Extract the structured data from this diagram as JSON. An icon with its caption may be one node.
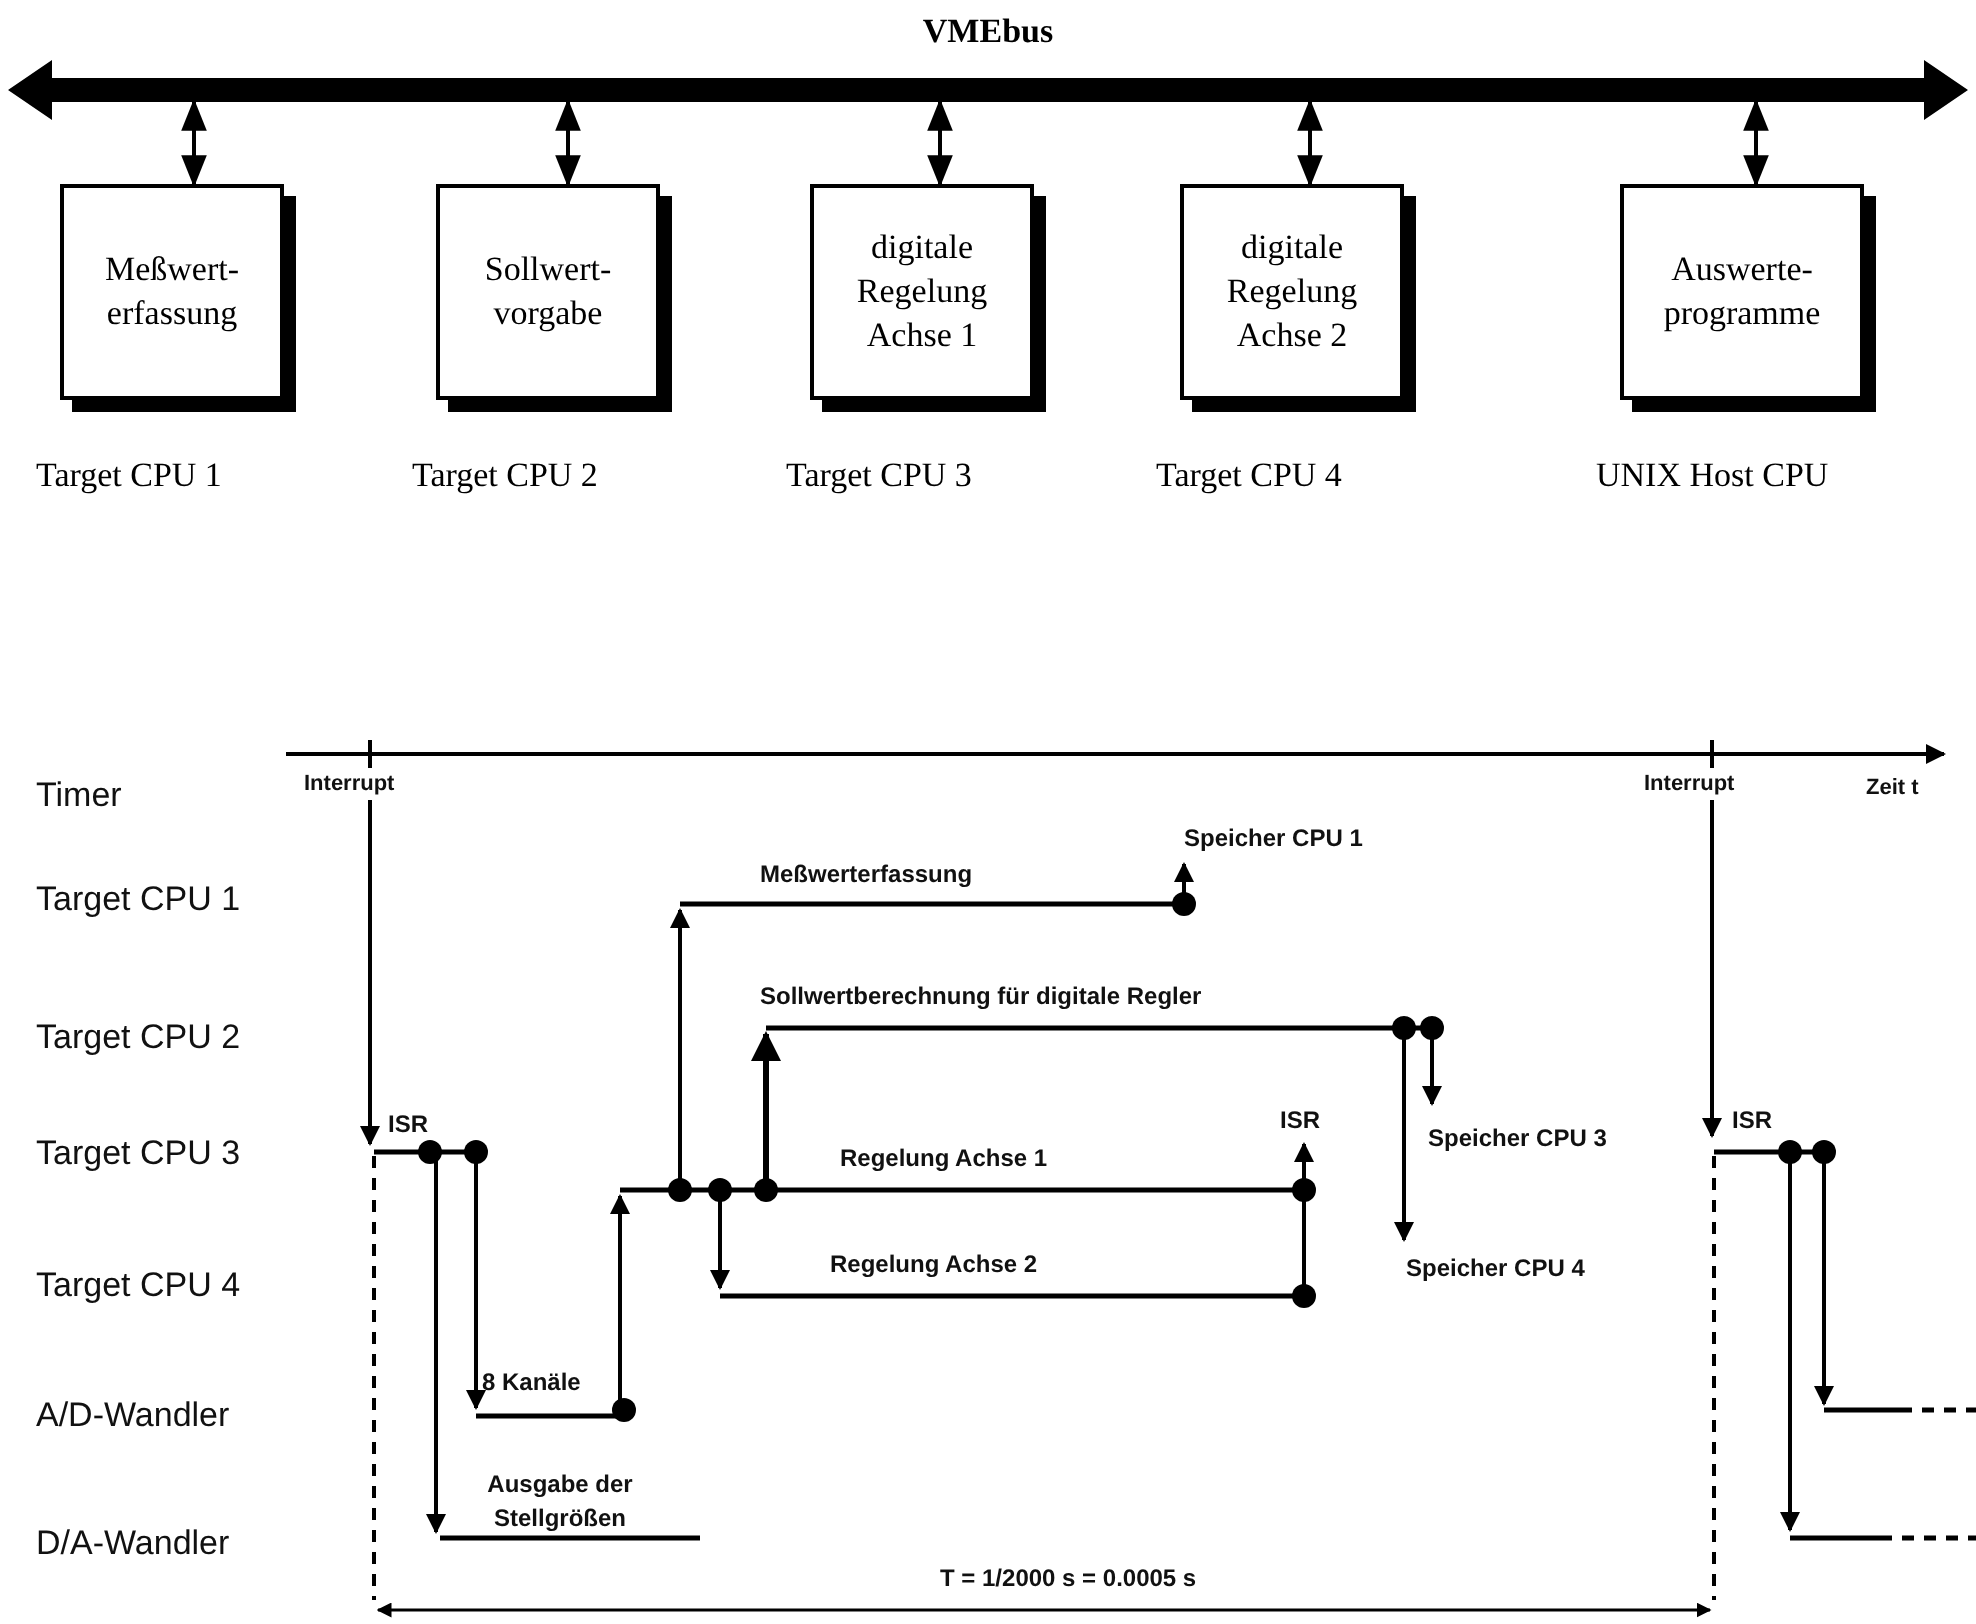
{
  "diagram": {
    "nodes": [
      {
        "text": [
          "VMEbus"
        ]
      },
      {
        "text": [
          "Meßwert- erfassung"
        ],
        "beside": [
          "Target CPU 1"
        ]
      },
      {
        "text": [
          "Sollwert- vorgabe"
        ],
        "beside": [
          "Target CPU 2"
        ]
      },
      {
        "text": [
          "digitale Regelung Achse 1"
        ],
        "beside": [
          "Target CPU 3"
        ]
      },
      {
        "text": [
          "digitale Regelung Achse 2"
        ],
        "beside": [
          "Target CPU 4"
        ]
      },
      {
        "text": [
          "Auswerte- programme"
        ],
        "beside": [
          "UNIX Host CPU"
        ]
      }
    ],
    "edges": [
      {
        "from": 0,
        "to": 1,
        "arrow": "both"
      },
      {
        "from": 0,
        "to": 2,
        "arrow": "both"
      },
      {
        "from": 0,
        "to": 3,
        "arrow": "both"
      },
      {
        "from": 0,
        "to": 4,
        "arrow": "both"
      },
      {
        "from": 0,
        "to": 5,
        "arrow": "both"
      }
    ],
    "labels": [
      "Timer",
      "Interrupt",
      "Interrupt",
      "Zeit t",
      "Target CPU 1",
      "Speicher CPU 1",
      "Meßwerterfassung",
      "Target CPU 2",
      "Sollwertberechnung für digitale Regler",
      "ISR",
      "ISR",
      "ISR",
      "Target CPU 3",
      "Speicher CPU 3",
      "Regelung Achse 1",
      "Target CPU 4",
      "Regelung Achse 2",
      "Speicher CPU 4",
      "A/D-Wandler",
      "8 Kanäle",
      "D/A-Wandler",
      "Ausgabe der Stellgrößen",
      "T = 1/2000 s = 0.0005 s"
    ]
  }
}
